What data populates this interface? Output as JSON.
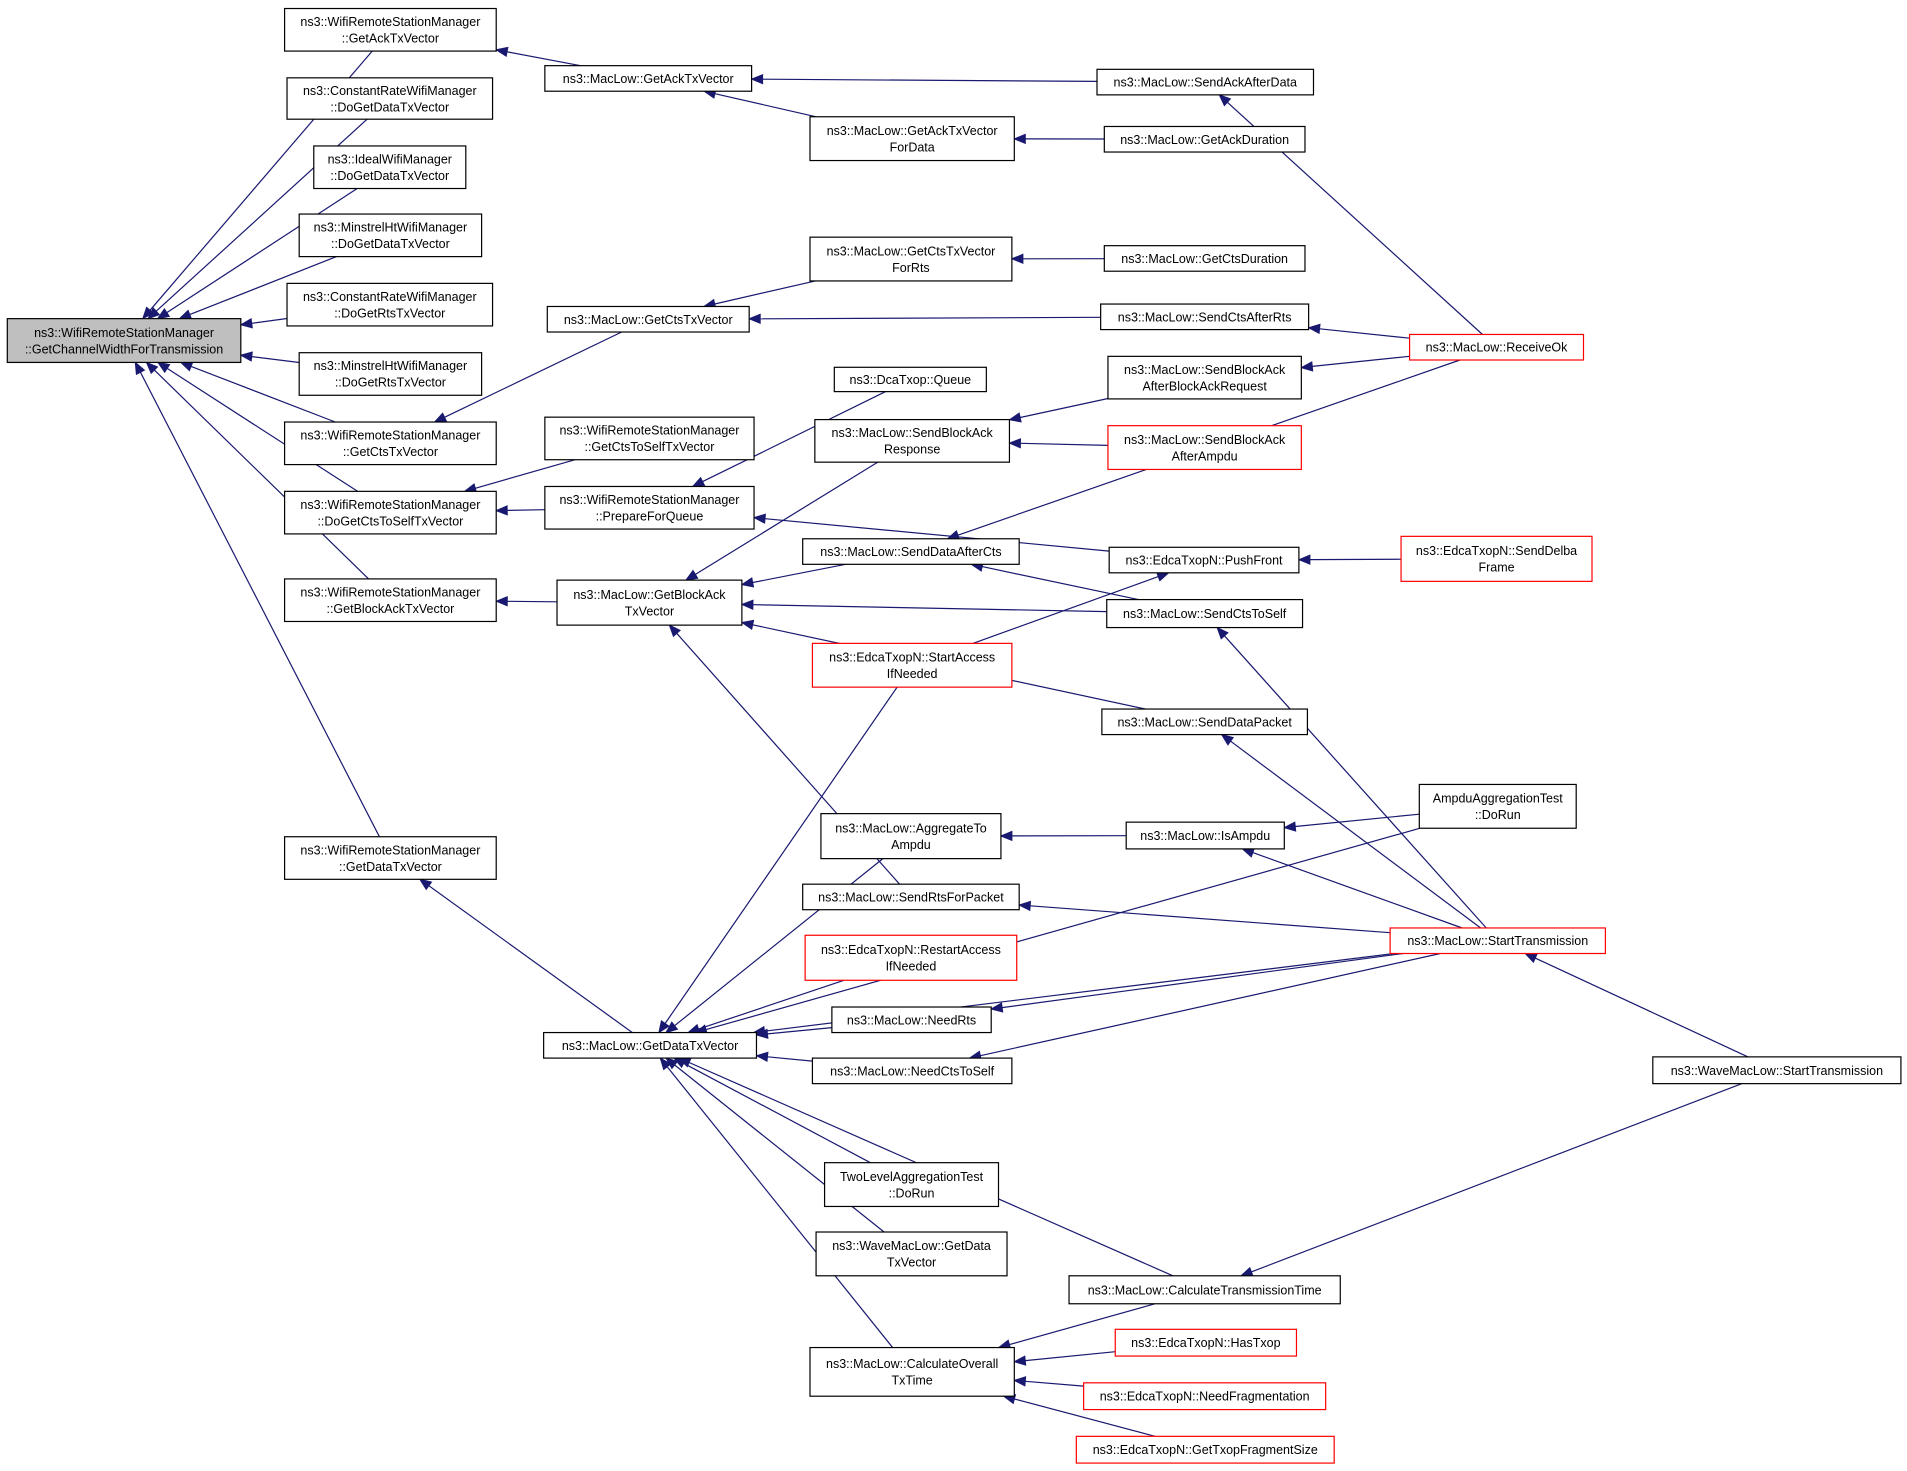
{
  "nodes": [
    {
      "id": "root",
      "lines": [
        "ns3::WifiRemoteStationManager",
        "::GetChannelWidthForTransmission"
      ],
      "style": "root"
    },
    {
      "id": "wrsm_getack",
      "lines": [
        "ns3::WifiRemoteStationManager",
        "::GetAckTxVector"
      ],
      "style": "normal"
    },
    {
      "id": "crwm_dogetdata",
      "lines": [
        "ns3::ConstantRateWifiManager",
        "::DoGetDataTxVector"
      ],
      "style": "normal"
    },
    {
      "id": "iwm_dogetdata",
      "lines": [
        "ns3::IdealWifiManager",
        "::DoGetDataTxVector"
      ],
      "style": "normal"
    },
    {
      "id": "mhwm_dogetdata",
      "lines": [
        "ns3::MinstrelHtWifiManager",
        "::DoGetDataTxVector"
      ],
      "style": "normal"
    },
    {
      "id": "crwm_dogetrts",
      "lines": [
        "ns3::ConstantRateWifiManager",
        "::DoGetRtsTxVector"
      ],
      "style": "normal"
    },
    {
      "id": "mhwm_dogetrts",
      "lines": [
        "ns3::MinstrelHtWifiManager",
        "::DoGetRtsTxVector"
      ],
      "style": "normal"
    },
    {
      "id": "wrsm_getcts",
      "lines": [
        "ns3::WifiRemoteStationManager",
        "::GetCtsTxVector"
      ],
      "style": "normal"
    },
    {
      "id": "wrsm_dogetctstoself",
      "lines": [
        "ns3::WifiRemoteStationManager",
        "::DoGetCtsToSelfTxVector"
      ],
      "style": "normal"
    },
    {
      "id": "wrsm_getblockack",
      "lines": [
        "ns3::WifiRemoteStationManager",
        "::GetBlockAckTxVector"
      ],
      "style": "normal"
    },
    {
      "id": "wrsm_getdata",
      "lines": [
        "ns3::WifiRemoteStationManager",
        "::GetDataTxVector"
      ],
      "style": "normal"
    },
    {
      "id": "ml_getack",
      "lines": [
        "ns3::MacLow::GetAckTxVector"
      ],
      "style": "normal"
    },
    {
      "id": "ml_getcts",
      "lines": [
        "ns3::MacLow::GetCtsTxVector"
      ],
      "style": "normal"
    },
    {
      "id": "wrsm_getctstoself",
      "lines": [
        "ns3::WifiRemoteStationManager",
        "::GetCtsToSelfTxVector"
      ],
      "style": "normal"
    },
    {
      "id": "wrsm_prepare",
      "lines": [
        "ns3::WifiRemoteStationManager",
        "::PrepareForQueue"
      ],
      "style": "normal"
    },
    {
      "id": "ml_getblockack",
      "lines": [
        "ns3::MacLow::GetBlockAck",
        "TxVector"
      ],
      "style": "normal"
    },
    {
      "id": "ml_getdata",
      "lines": [
        "ns3::MacLow::GetDataTxVector"
      ],
      "style": "normal"
    },
    {
      "id": "ml_getackfordata",
      "lines": [
        "ns3::MacLow::GetAckTxVector",
        "ForData"
      ],
      "style": "normal"
    },
    {
      "id": "ml_getctsforrts",
      "lines": [
        "ns3::MacLow::GetCtsTxVector",
        "ForRts"
      ],
      "style": "normal"
    },
    {
      "id": "dca_queue",
      "lines": [
        "ns3::DcaTxop::Queue"
      ],
      "style": "normal"
    },
    {
      "id": "ml_sendblockackresp",
      "lines": [
        "ns3::MacLow::SendBlockAck",
        "Response"
      ],
      "style": "normal"
    },
    {
      "id": "ml_senddataaftercts",
      "lines": [
        "ns3::MacLow::SendDataAfterCts"
      ],
      "style": "normal"
    },
    {
      "id": "edca_startaccess",
      "lines": [
        "ns3::EdcaTxopN::StartAccess",
        "IfNeeded"
      ],
      "style": "red"
    },
    {
      "id": "ml_aggregatetoampdu",
      "lines": [
        "ns3::MacLow::AggregateTo",
        "Ampdu"
      ],
      "style": "normal"
    },
    {
      "id": "ml_sendrtsforpacket",
      "lines": [
        "ns3::MacLow::SendRtsForPacket"
      ],
      "style": "normal"
    },
    {
      "id": "edca_restartaccess",
      "lines": [
        "ns3::EdcaTxopN::RestartAccess",
        "IfNeeded"
      ],
      "style": "red"
    },
    {
      "id": "ml_needrts",
      "lines": [
        "ns3::MacLow::NeedRts"
      ],
      "style": "normal"
    },
    {
      "id": "ml_needctstoself",
      "lines": [
        "ns3::MacLow::NeedCtsToSelf"
      ],
      "style": "normal"
    },
    {
      "id": "twolevel_dorun",
      "lines": [
        "TwoLevelAggregationTest",
        "::DoRun"
      ],
      "style": "normal"
    },
    {
      "id": "wml_getdata",
      "lines": [
        "ns3::WaveMacLow::GetData",
        "TxVector"
      ],
      "style": "normal"
    },
    {
      "id": "ml_calcoverall",
      "lines": [
        "ns3::MacLow::CalculateOverall",
        "TxTime"
      ],
      "style": "normal"
    },
    {
      "id": "ml_sendackafterdata",
      "lines": [
        "ns3::MacLow::SendAckAfterData"
      ],
      "style": "normal"
    },
    {
      "id": "ml_getackduration",
      "lines": [
        "ns3::MacLow::GetAckDuration"
      ],
      "style": "normal"
    },
    {
      "id": "ml_getctsduration",
      "lines": [
        "ns3::MacLow::GetCtsDuration"
      ],
      "style": "normal"
    },
    {
      "id": "ml_sendctsafterrts",
      "lines": [
        "ns3::MacLow::SendCtsAfterRts"
      ],
      "style": "normal"
    },
    {
      "id": "ml_sendblockackafterreq",
      "lines": [
        "ns3::MacLow::SendBlockAck",
        "AfterBlockAckRequest"
      ],
      "style": "normal"
    },
    {
      "id": "ml_sendblockackafterampdu",
      "lines": [
        "ns3::MacLow::SendBlockAck",
        "AfterAmpdu"
      ],
      "style": "red"
    },
    {
      "id": "edca_pushfront",
      "lines": [
        "ns3::EdcaTxopN::PushFront"
      ],
      "style": "normal"
    },
    {
      "id": "ml_sendctstoself",
      "lines": [
        "ns3::MacLow::SendCtsToSelf"
      ],
      "style": "normal"
    },
    {
      "id": "ml_senddatapacket",
      "lines": [
        "ns3::MacLow::SendDataPacket"
      ],
      "style": "normal"
    },
    {
      "id": "ml_isampdu",
      "lines": [
        "ns3::MacLow::IsAmpdu"
      ],
      "style": "normal"
    },
    {
      "id": "ml_calctxtime",
      "lines": [
        "ns3::MacLow::CalculateTransmissionTime"
      ],
      "style": "normal"
    },
    {
      "id": "edca_hastxop",
      "lines": [
        "ns3::EdcaTxopN::HasTxop"
      ],
      "style": "red"
    },
    {
      "id": "edca_needfrag",
      "lines": [
        "ns3::EdcaTxopN::NeedFragmentation"
      ],
      "style": "red"
    },
    {
      "id": "edca_gettxopfrag",
      "lines": [
        "ns3::EdcaTxopN::GetTxopFragmentSize"
      ],
      "style": "red"
    },
    {
      "id": "ml_receiveok",
      "lines": [
        "ns3::MacLow::ReceiveOk"
      ],
      "style": "red"
    },
    {
      "id": "edca_senddelba",
      "lines": [
        "ns3::EdcaTxopN::SendDelba",
        "Frame"
      ],
      "style": "red"
    },
    {
      "id": "ampdu_dorun",
      "lines": [
        "AmpduAggregationTest",
        "::DoRun"
      ],
      "style": "normal"
    },
    {
      "id": "ml_starttx",
      "lines": [
        "ns3::MacLow::StartTransmission"
      ],
      "style": "red"
    },
    {
      "id": "wml_starttx",
      "lines": [
        "ns3::WaveMacLow::StartTransmission"
      ],
      "style": "normal"
    }
  ],
  "edges": [
    [
      "wrsm_getack",
      "root"
    ],
    [
      "crwm_dogetdata",
      "root"
    ],
    [
      "iwm_dogetdata",
      "root"
    ],
    [
      "mhwm_dogetdata",
      "root"
    ],
    [
      "crwm_dogetrts",
      "root"
    ],
    [
      "mhwm_dogetrts",
      "root"
    ],
    [
      "wrsm_getcts",
      "root"
    ],
    [
      "wrsm_dogetctstoself",
      "root"
    ],
    [
      "wrsm_getblockack",
      "root"
    ],
    [
      "wrsm_getdata",
      "root"
    ],
    [
      "ml_getack",
      "wrsm_getack"
    ],
    [
      "ml_getcts",
      "wrsm_getcts"
    ],
    [
      "wrsm_getctstoself",
      "wrsm_dogetctstoself"
    ],
    [
      "wrsm_prepare",
      "wrsm_dogetctstoself"
    ],
    [
      "ml_getblockack",
      "wrsm_getblockack"
    ],
    [
      "ml_getdata",
      "wrsm_getdata"
    ],
    [
      "ml_sendackafterdata",
      "ml_getack"
    ],
    [
      "ml_getackfordata",
      "ml_getack"
    ],
    [
      "ml_getackduration",
      "ml_getackfordata"
    ],
    [
      "ml_getctsforrts",
      "ml_getcts"
    ],
    [
      "ml_sendctsafterrts",
      "ml_getcts"
    ],
    [
      "ml_getctsduration",
      "ml_getctsforrts"
    ],
    [
      "dca_queue",
      "wrsm_prepare"
    ],
    [
      "edca_pushfront",
      "wrsm_prepare"
    ],
    [
      "ml_sendblockackresp",
      "ml_getblockack"
    ],
    [
      "ml_senddataaftercts",
      "ml_getblockack"
    ],
    [
      "ml_sendctstoself",
      "ml_getblockack"
    ],
    [
      "ml_senddatapacket",
      "ml_getblockack"
    ],
    [
      "ml_sendrtsforpacket",
      "ml_getblockack"
    ],
    [
      "ml_sendblockackafterreq",
      "ml_sendblockackresp"
    ],
    [
      "ml_sendblockackafterampdu",
      "ml_sendblockackresp"
    ],
    [
      "ml_receiveok",
      "ml_senddataaftercts"
    ],
    [
      "ml_sendctstoself",
      "ml_senddataaftercts"
    ],
    [
      "edca_startaccess",
      "edca_pushfront"
    ],
    [
      "edca_senddelba",
      "edca_pushfront"
    ],
    [
      "ml_receiveok",
      "ml_sendackafterdata"
    ],
    [
      "ml_receiveok",
      "ml_sendctsafterrts"
    ],
    [
      "ml_receiveok",
      "ml_sendblockackafterreq"
    ],
    [
      "ml_starttx",
      "ml_sendctstoself"
    ],
    [
      "ml_starttx",
      "ml_senddatapacket"
    ],
    [
      "ml_isampdu",
      "ml_aggregatetoampdu"
    ],
    [
      "ampdu_dorun",
      "ml_isampdu"
    ],
    [
      "ml_starttx",
      "ml_isampdu"
    ],
    [
      "ml_starttx",
      "ml_sendrtsforpacket"
    ],
    [
      "ml_starttx",
      "ml_needrts"
    ],
    [
      "ml_starttx",
      "ml_needctstoself"
    ],
    [
      "wml_starttx",
      "ml_starttx"
    ],
    [
      "wml_starttx",
      "ml_calctxtime"
    ],
    [
      "edca_startaccess",
      "ml_getdata"
    ],
    [
      "ampdu_dorun",
      "ml_getdata"
    ],
    [
      "ml_aggregatetoampdu",
      "ml_getdata"
    ],
    [
      "edca_restartaccess",
      "ml_getdata"
    ],
    [
      "ml_needrts",
      "ml_getdata"
    ],
    [
      "ml_needctstoself",
      "ml_getdata"
    ],
    [
      "ml_starttx",
      "ml_getdata"
    ],
    [
      "twolevel_dorun",
      "ml_getdata"
    ],
    [
      "wml_getdata",
      "ml_getdata"
    ],
    [
      "ml_calctxtime",
      "ml_getdata"
    ],
    [
      "ml_calcoverall",
      "ml_getdata"
    ],
    [
      "ml_calctxtime",
      "ml_calcoverall"
    ],
    [
      "edca_hastxop",
      "ml_calcoverall"
    ],
    [
      "edca_needfrag",
      "ml_calcoverall"
    ],
    [
      "edca_gettxopfrag",
      "ml_calcoverall"
    ]
  ]
}
